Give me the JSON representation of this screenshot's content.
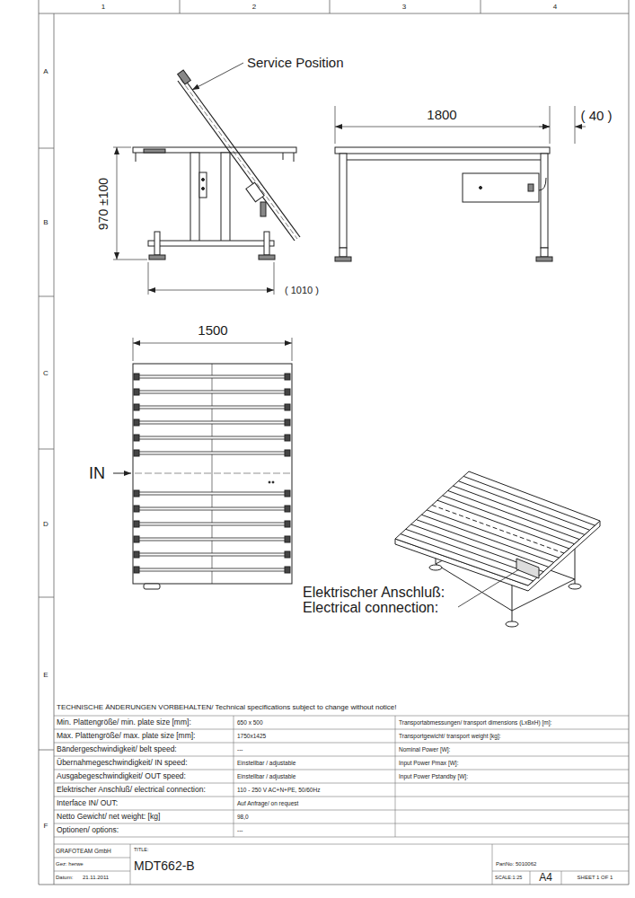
{
  "diagram": {
    "title": "MDT662-B",
    "labels": [
      "1",
      "2",
      "3",
      "4",
      "A",
      "B",
      "C",
      "D",
      "E",
      "F",
      "Service Position",
      "970 ±100",
      "( 1010 )",
      "1800",
      "( 40 )",
      "1500",
      "IN",
      "Elektrischer Anschluß:",
      "Electrical connection:",
      "TECHNISCHE ÄNDERUNGEN VORBEHALTEN/ Technical specifications subject to change without notice!",
      "Min. Plattengröße/ min. plate size [mm]:",
      "650 x 500",
      "Transportabmessungen/ transport dimensions (LxBxH) [m]:",
      "Max. Plattengröße/ max. plate size [mm]:",
      "1750x1425",
      "Transportgewicht/ transport weight [kg]:",
      "Bändergeschwindigkeit/ belt speed:",
      "---",
      "Nominal Power [W]:",
      "Übernahmegeschwindigkeit/ IN speed:",
      "Einstellbar / adjustable",
      "Input Power Pmax [W]:",
      "Ausgabegeschwindigkeit/ OUT speed:",
      "Einstellbar / adjustable",
      "Input Power Pstandby [W]:",
      "Elektrischer Anschluß/ electrical connection:",
      "110 - 250 V AC+N+PE, 50/60Hz",
      "Interface IN/ OUT:",
      "Auf Anfrage/ on request",
      "Netto Gewicht/ net weight: [kg]",
      "98,0",
      "Optionen/ options:",
      "---",
      "GRAFOTEAM GmbH",
      "TITLE:",
      "Gez: herwe",
      "Datum:",
      "21.11.2011",
      "PartNo: 5010062",
      "SCALE:1:25",
      "A4",
      "SHEET 1 OF 1"
    ]
  }
}
